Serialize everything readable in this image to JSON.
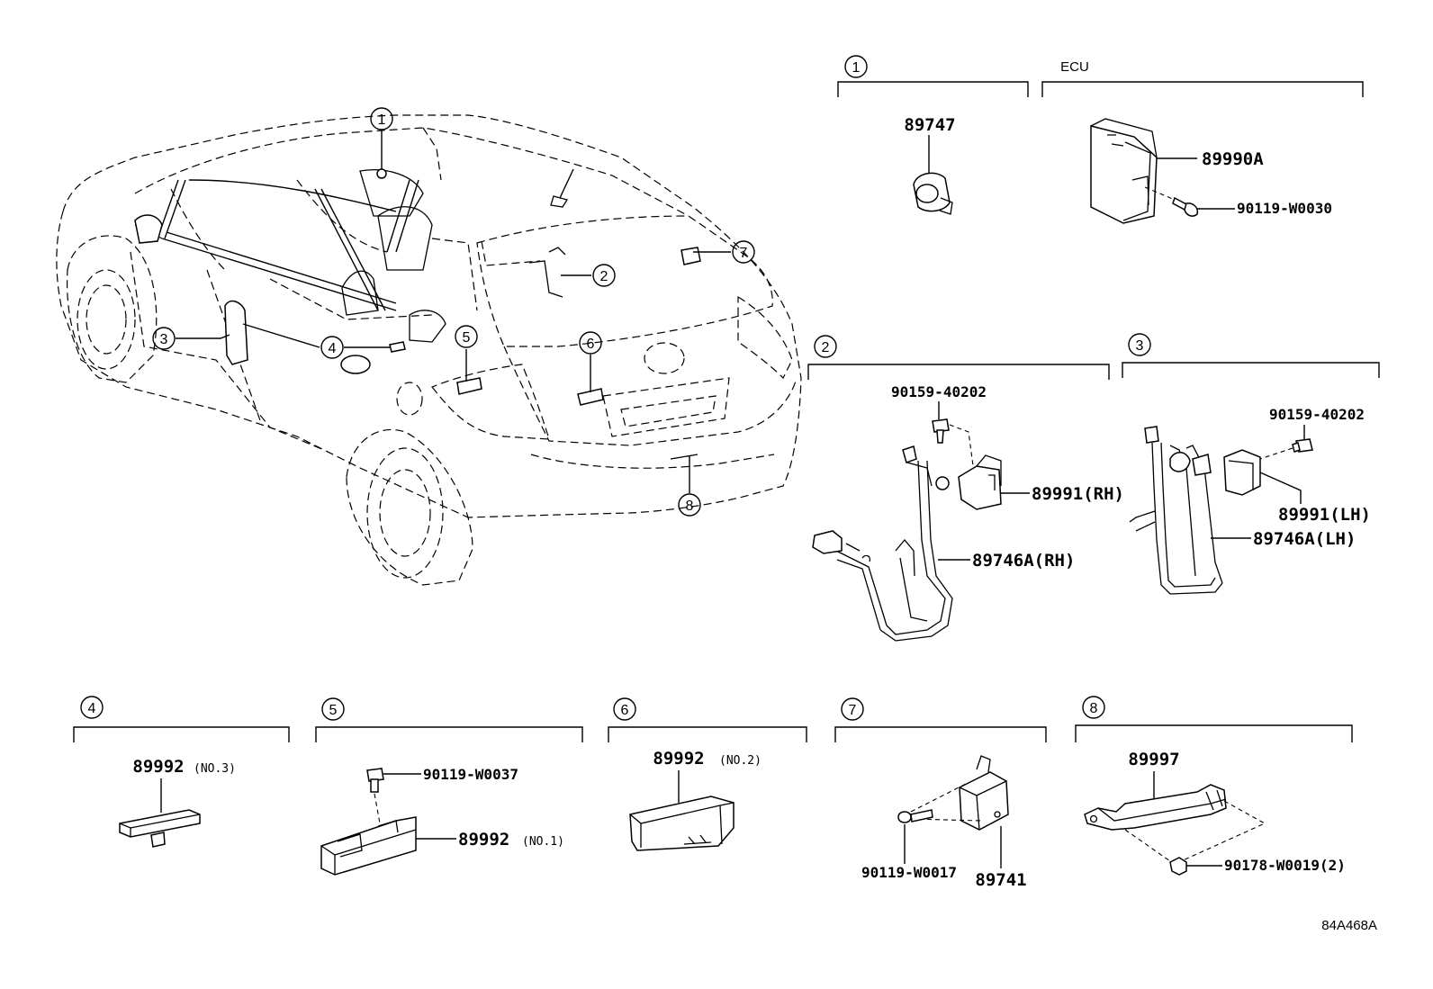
{
  "diagram": {
    "ecu_label": "ECU",
    "figure_code": "84A468A",
    "callouts": [
      "1",
      "2",
      "3",
      "4",
      "5",
      "6",
      "7",
      "8"
    ],
    "parts": {
      "p89747": "89747",
      "p89990A": "89990A",
      "p90119_W0030": "90119-W0030",
      "p90159_40202_rh": "90159-40202",
      "p89991_rh": "89991(RH)",
      "p89746A_rh": "89746A(RH)",
      "p90159_40202_lh": "90159-40202",
      "p89991_lh": "89991(LH)",
      "p89746A_lh": "89746A(LH)",
      "p89992_no3": "89992",
      "no3": "(NO.3)",
      "p90119_W0037": "90119-W0037",
      "p89992_no1": "89992",
      "no1": "(NO.1)",
      "p89992_no2": "89992",
      "no2": "(NO.2)",
      "p90119_W0017": "90119-W0017",
      "p89741": "89741",
      "p89997": "89997",
      "p90178_W0019": "90178-W0019(2)"
    }
  }
}
